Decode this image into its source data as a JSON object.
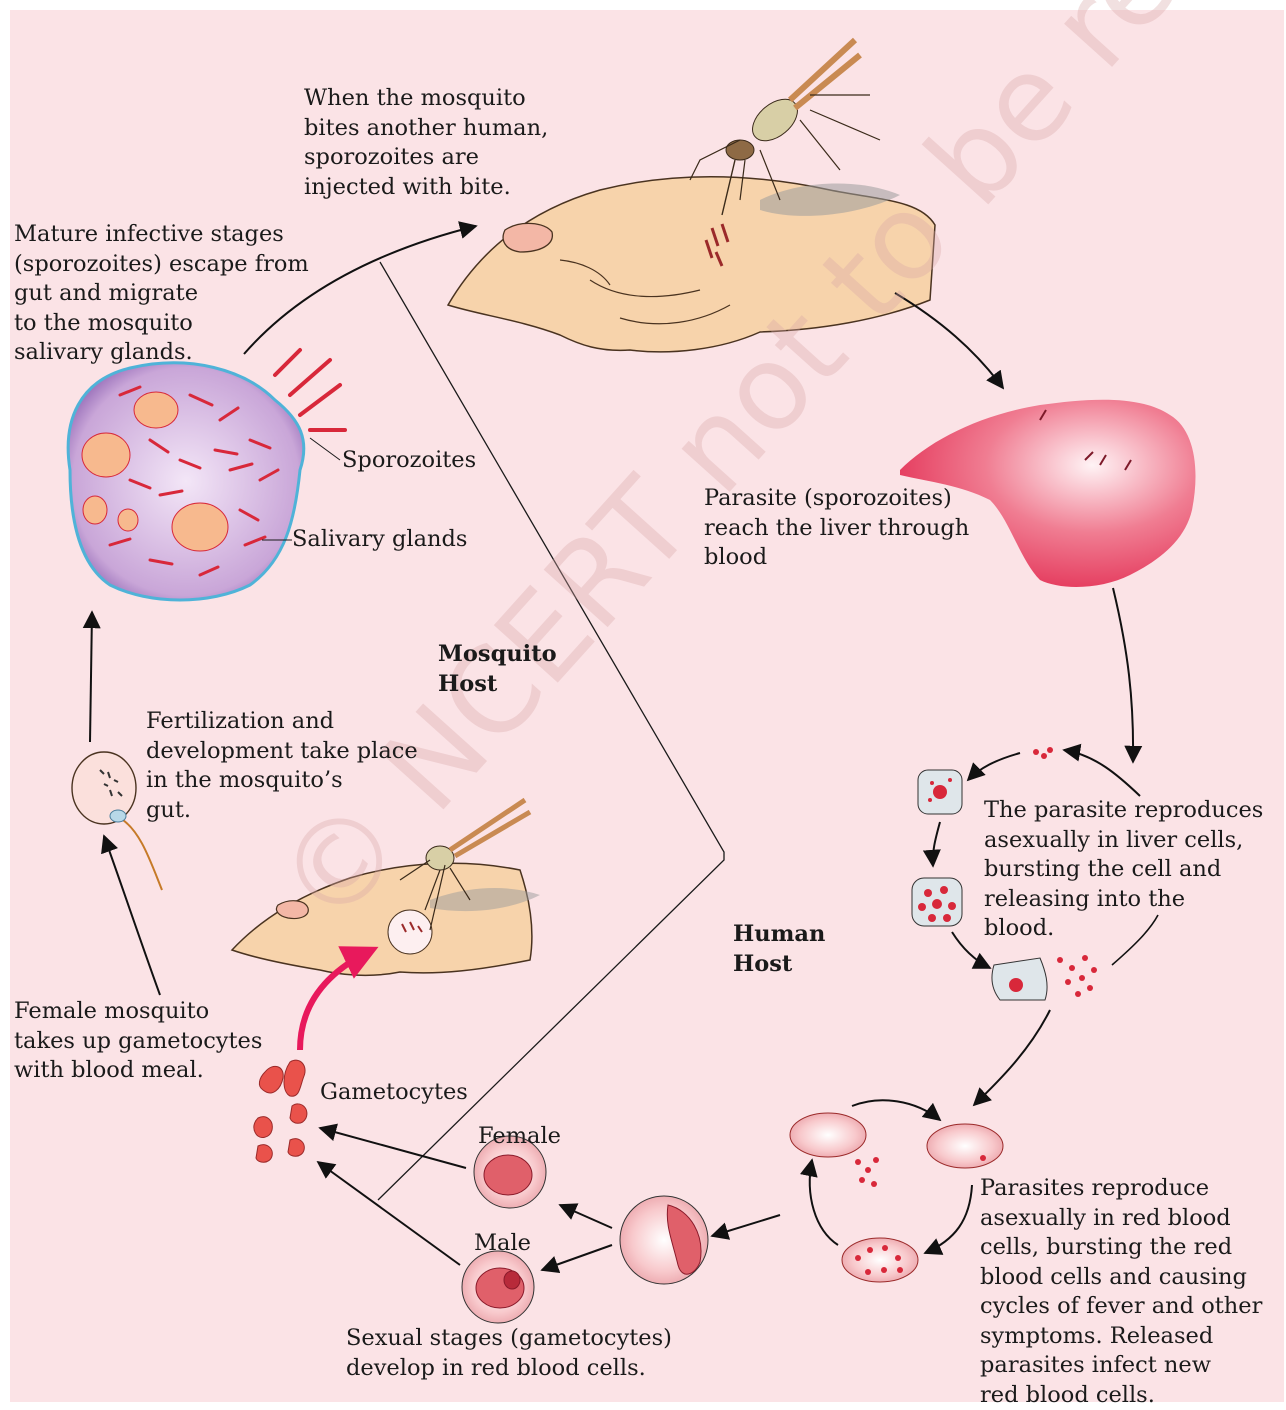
{
  "watermark": "© NCERT not to be republished",
  "hosts": {
    "mosquito": "Mosquito\nHost",
    "human": "Human\nHost"
  },
  "captions": {
    "bite": "When the mosquito\nbites another human,\nsporozoites are\ninjected with bite.",
    "liver_reach": "Parasite (sporozoites)\nreach the liver through\nblood",
    "liver_reproduce": "The parasite reproduces\nasexually in liver cells,\nbursting the cell and\nreleasing into the\nblood.",
    "rbc_reproduce": "Parasites reproduce\nasexually in red blood\ncells, bursting the red\nblood cells and causing\ncycles of fever and other\nsymptoms. Released\nparasites infect new\nred blood cells.",
    "sexual_stages": "Sexual stages (gametocytes)\ndevelop in red blood cells.",
    "female_mosquito": "Female mosquito\ntakes up gametocytes\nwith blood meal.",
    "fertilization": "Fertilization and\ndevelopment take place\nin the mosquito’s\ngut.",
    "mature": "Mature infective stages\n(sporozoites) escape from\ngut and migrate\nto the mosquito\nsalivary glands."
  },
  "labels": {
    "sporozoites": "Sporozoites",
    "salivary_glands": "Salivary glands",
    "gametocytes": "Gametocytes",
    "female": "Female",
    "male": "Male"
  },
  "colors": {
    "background": "#fbe3e6",
    "skin": "#f7d3ab",
    "parasite_red": "#d8283a",
    "liver": "#e8405c",
    "gland_spot": "#f7b98e"
  }
}
